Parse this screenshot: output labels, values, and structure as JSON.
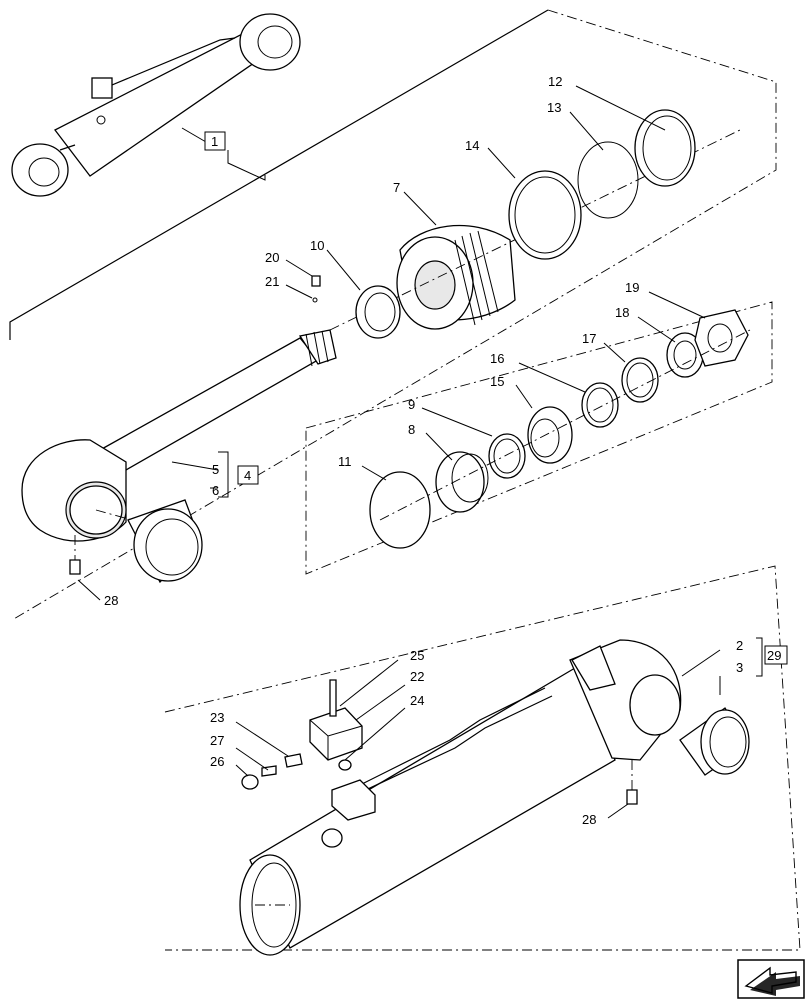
{
  "callouts": {
    "n1": "1",
    "n2": "2",
    "n3": "3",
    "n4": "4",
    "n5": "5",
    "n6": "6",
    "n7": "7",
    "n8": "8",
    "n9": "9",
    "n10": "10",
    "n11": "11",
    "n12": "12",
    "n13": "13",
    "n14": "14",
    "n15": "15",
    "n16": "16",
    "n17": "17",
    "n18": "18",
    "n19": "19",
    "n20": "20",
    "n21": "21",
    "n22": "22",
    "n23": "23",
    "n24": "24",
    "n25": "25",
    "n26": "26",
    "n27": "27",
    "n28a": "28",
    "n28b": "28",
    "n29": "29"
  },
  "nav_icon": "arrow-icon"
}
